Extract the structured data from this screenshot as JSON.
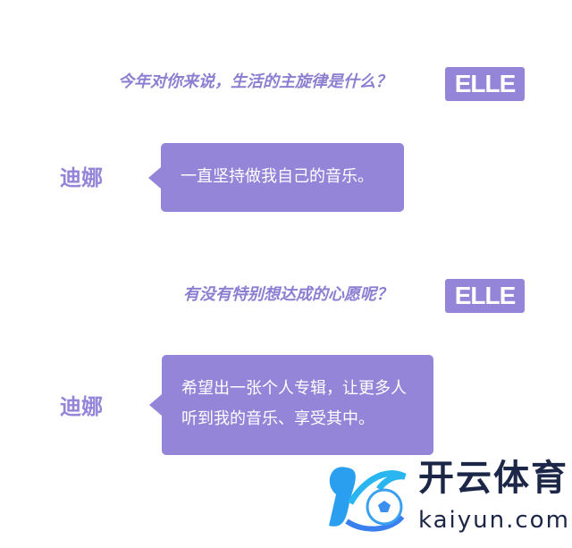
{
  "conversation": [
    {
      "interviewer": "ELLE",
      "question": "今年对你来说，生活的主旋律是什么？",
      "speaker": "迪娜",
      "answer": "一直坚持做我自己的音乐。"
    },
    {
      "interviewer": "ELLE",
      "question": "有没有特别想达成的心愿呢？",
      "speaker": "迪娜",
      "answer_lines": [
        "希望出一张个人专辑，让更多人",
        "听到我的音乐、享受其中。"
      ]
    }
  ],
  "watermark": {
    "name": "开云体育",
    "domain": "kaiyun.com"
  },
  "colors": {
    "accent": "#9585d8",
    "question": "#8c7fd2",
    "logo_text": "#1c2647",
    "logo_blue": "#2a9ff0"
  }
}
